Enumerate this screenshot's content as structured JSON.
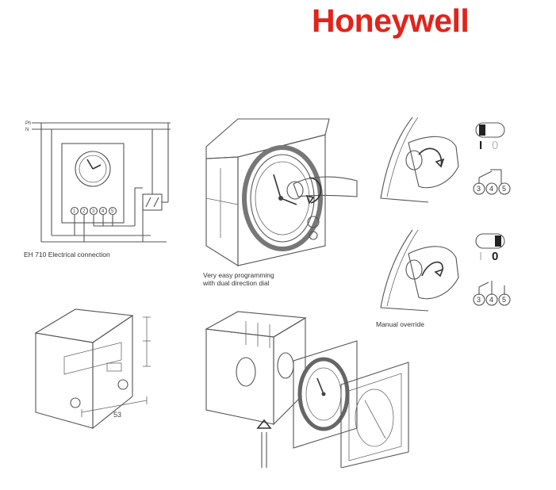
{
  "brand": {
    "name": "Honeywell",
    "color": "#e2231a"
  },
  "panels": {
    "wiring": {
      "caption": "EH 710 Electrical connection",
      "line_labels": [
        "Ph",
        "N"
      ],
      "terminals": [
        "1",
        "2",
        "3",
        "4",
        "5"
      ]
    },
    "programming": {
      "caption_line1": "Very easy programming",
      "caption_line2": "with dual direction dial"
    },
    "override": {
      "caption": "Manual override",
      "switch_top": {
        "label_on": "I",
        "label_off": "0",
        "state": "I"
      },
      "switch_bottom": {
        "label_on": "I",
        "label_off": "0",
        "state": "0"
      },
      "terminals_top": [
        "3",
        "4",
        "5"
      ],
      "terminals_bottom": [
        "3",
        "4",
        "5"
      ]
    },
    "dimensions": {
      "width_label": "53"
    },
    "assembly": {}
  }
}
